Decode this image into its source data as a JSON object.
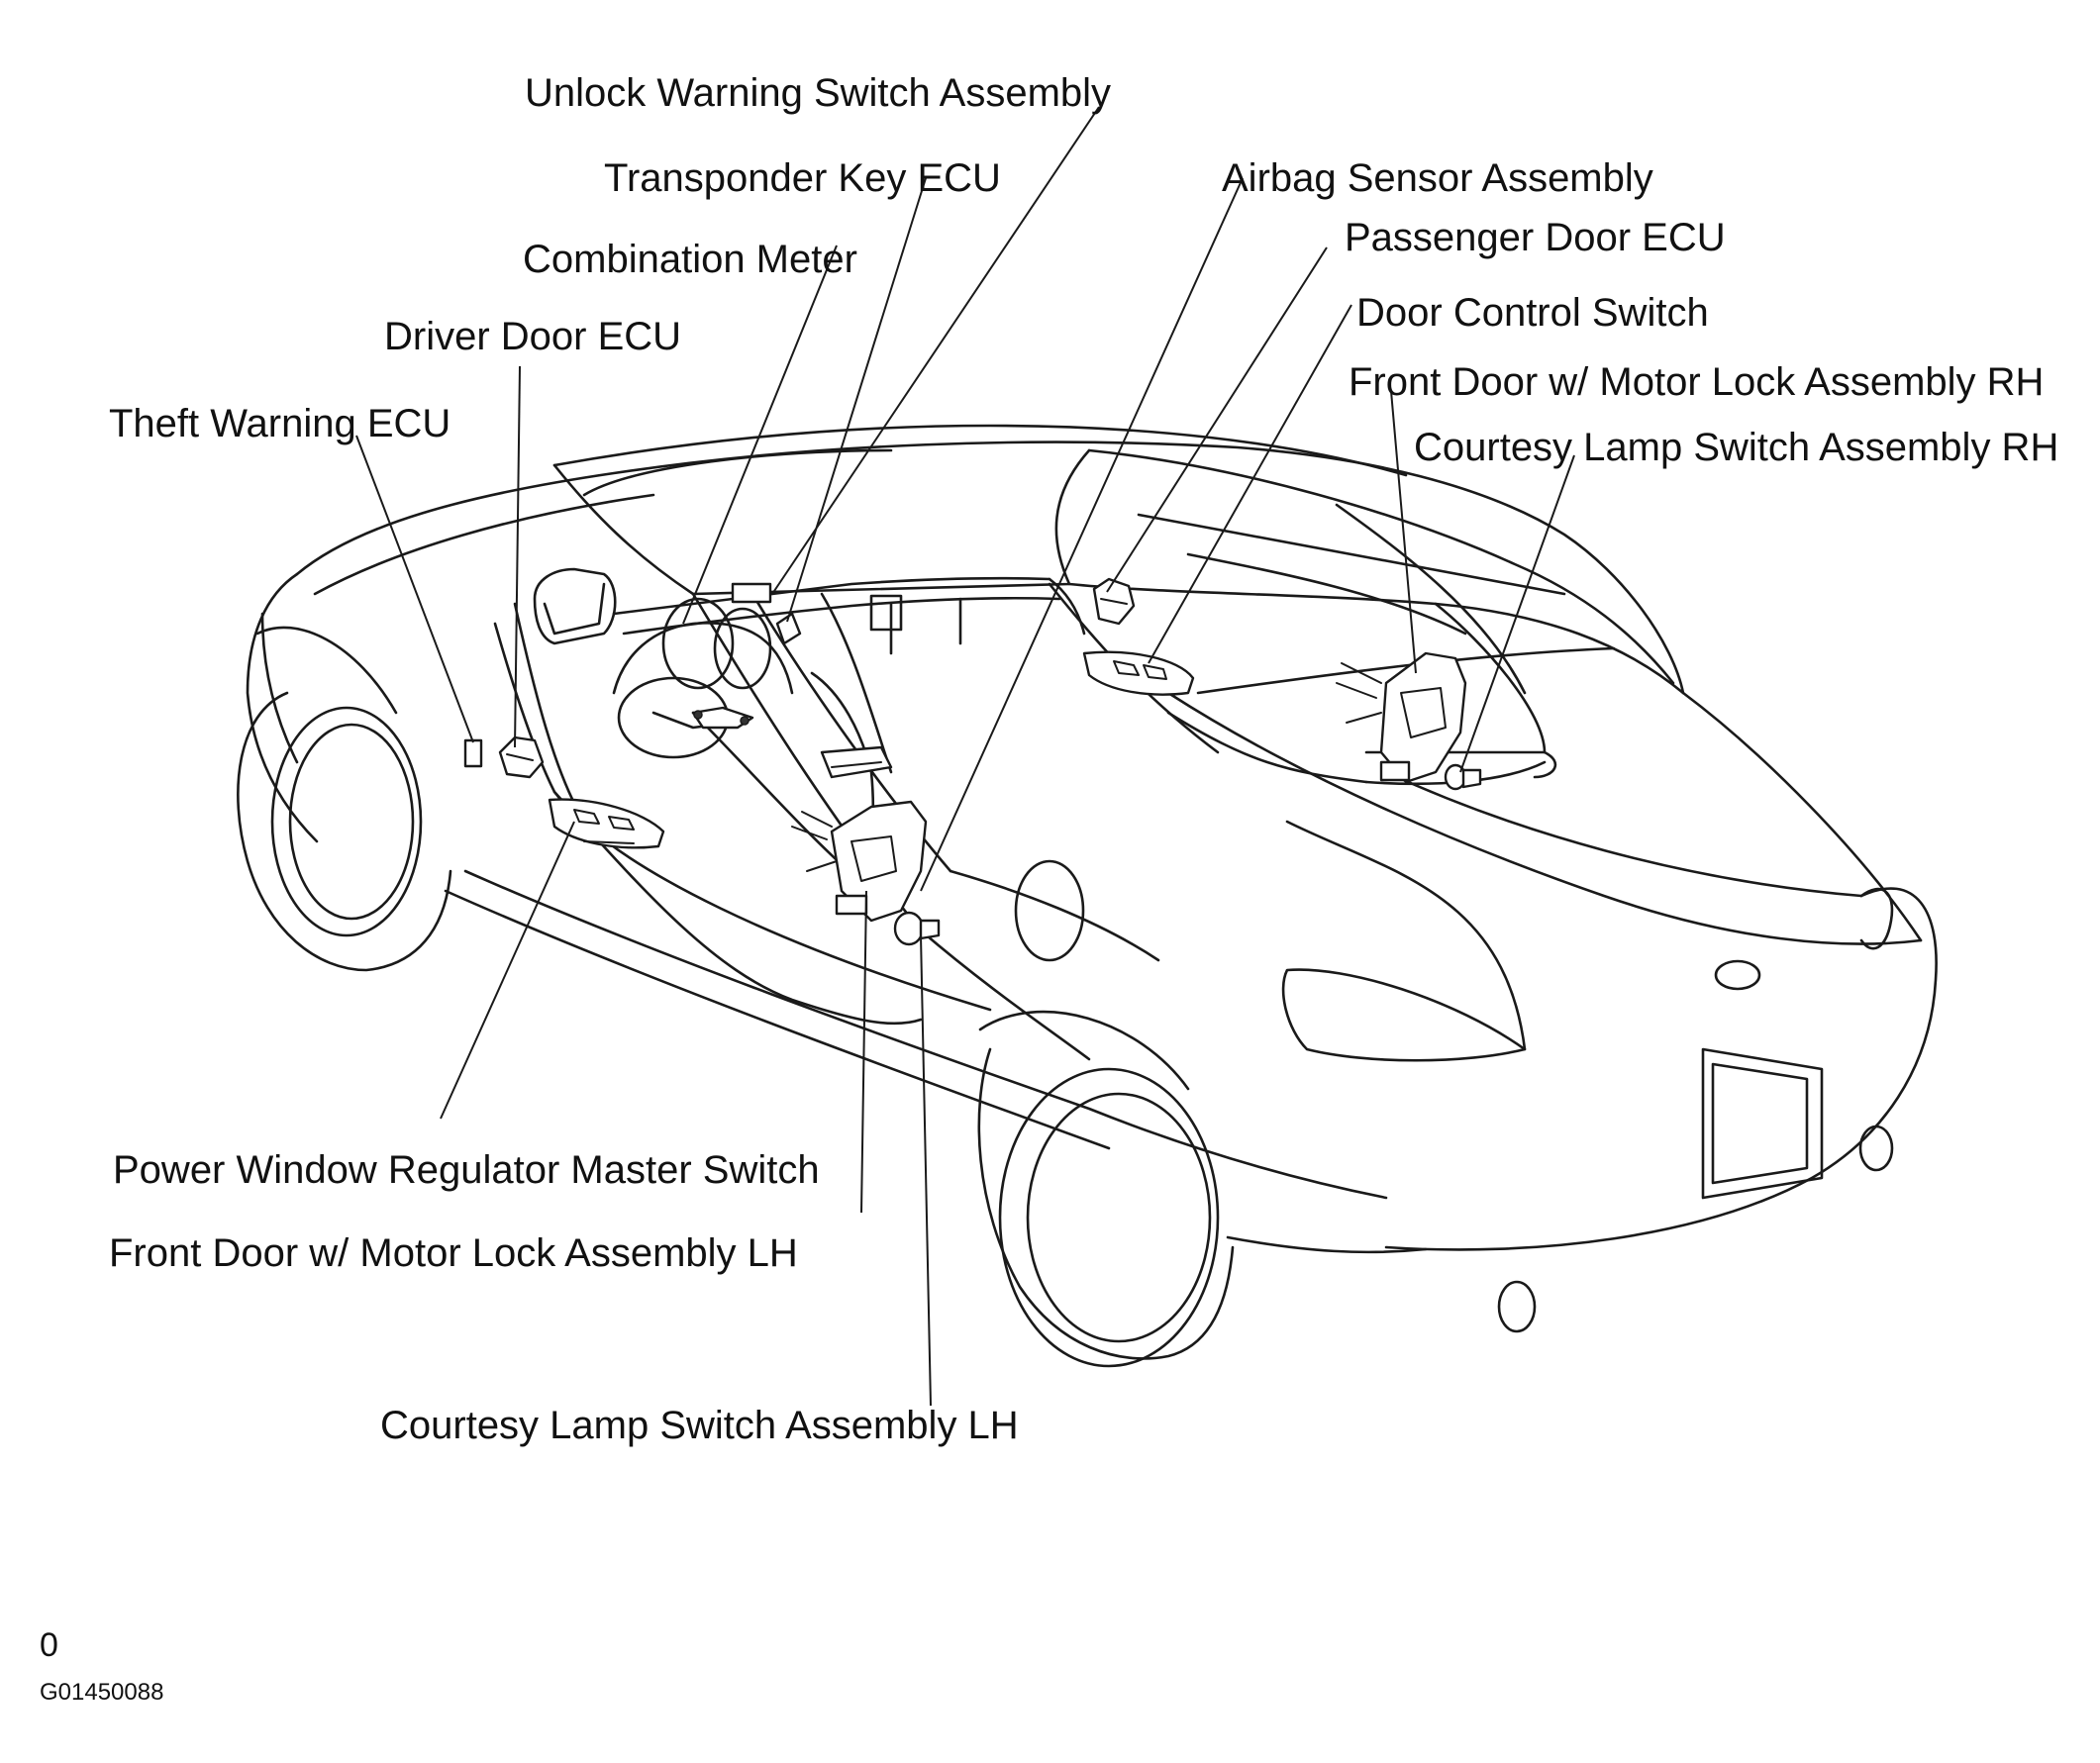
{
  "labels": {
    "unlock_warning_switch": "Unlock Warning Switch Assembly",
    "transponder_key_ecu": "Transponder Key ECU",
    "combination_meter": "Combination Meter",
    "driver_door_ecu": "Driver Door ECU",
    "theft_warning_ecu": "Theft Warning ECU",
    "airbag_sensor": "Airbag Sensor Assembly",
    "passenger_door_ecu": "Passenger Door ECU",
    "door_control_switch": "Door Control Switch",
    "front_door_lock_rh": "Front Door w/ Motor Lock Assembly RH",
    "courtesy_lamp_rh": "Courtesy Lamp Switch Assembly RH",
    "power_window_master": "Power Window Regulator Master Switch",
    "front_door_lock_lh": "Front Door w/ Motor Lock Assembly LH",
    "courtesy_lamp_lh": "Courtesy Lamp Switch Assembly LH"
  },
  "footer": {
    "marker": "0",
    "figure_code": "G01450088"
  }
}
